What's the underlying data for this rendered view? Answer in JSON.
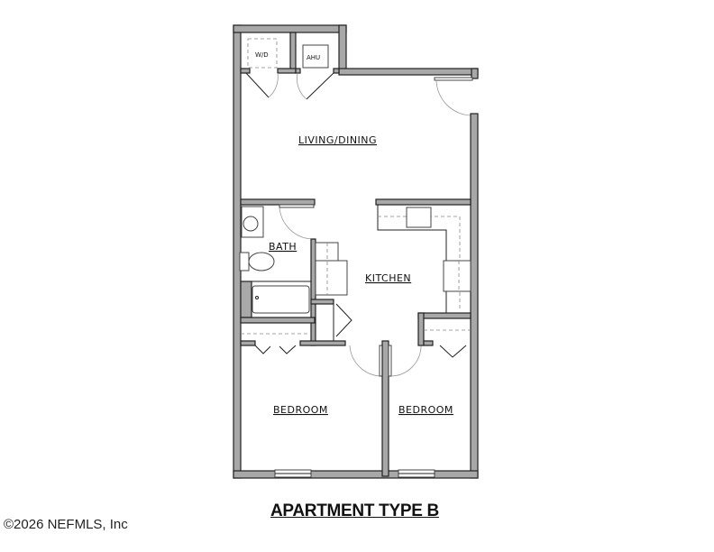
{
  "title": "APARTMENT TYPE B",
  "copyright": "©2026 NEFMLS, Inc",
  "rooms": {
    "living_dining": "LIVING/DINING",
    "bath": "BATH",
    "kitchen": "KITCHEN",
    "bedroom_1": "BEDROOM",
    "bedroom_2": "BEDROOM"
  },
  "fixtures": {
    "washer_dryer": "W/D",
    "air_handler": "AHU"
  },
  "colors": {
    "wall_fill": "#a8a8a8",
    "wall_outline": "#222222",
    "background": "#ffffff"
  }
}
